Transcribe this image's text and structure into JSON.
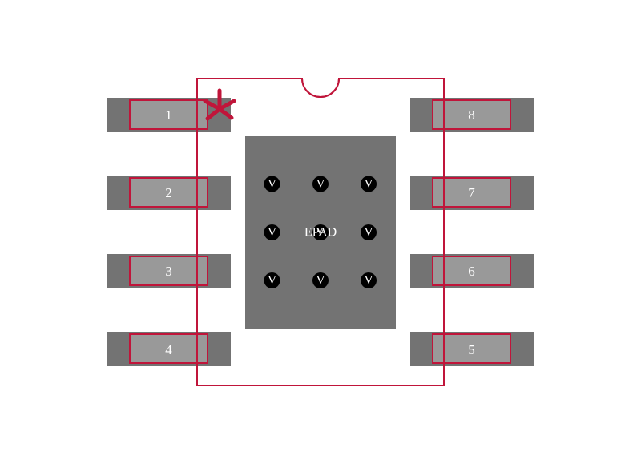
{
  "colors": {
    "background": "#ffffff",
    "pad_copper": "#737373",
    "pad_inner": "#999999",
    "outline": "#c0153a",
    "via": "#000000",
    "text": "#ffffff"
  },
  "pins_left": [
    {
      "number": "1"
    },
    {
      "number": "2"
    },
    {
      "number": "3"
    },
    {
      "number": "4"
    }
  ],
  "pins_right": [
    {
      "number": "8"
    },
    {
      "number": "7"
    },
    {
      "number": "6"
    },
    {
      "number": "5"
    }
  ],
  "epad": {
    "label": "EPAD",
    "via_label": "V",
    "via_rows": 3,
    "via_cols": 3
  },
  "pin1_marker": {
    "icon": "asterisk-icon"
  },
  "body_notch": {
    "icon": "semicircle-notch-icon"
  }
}
